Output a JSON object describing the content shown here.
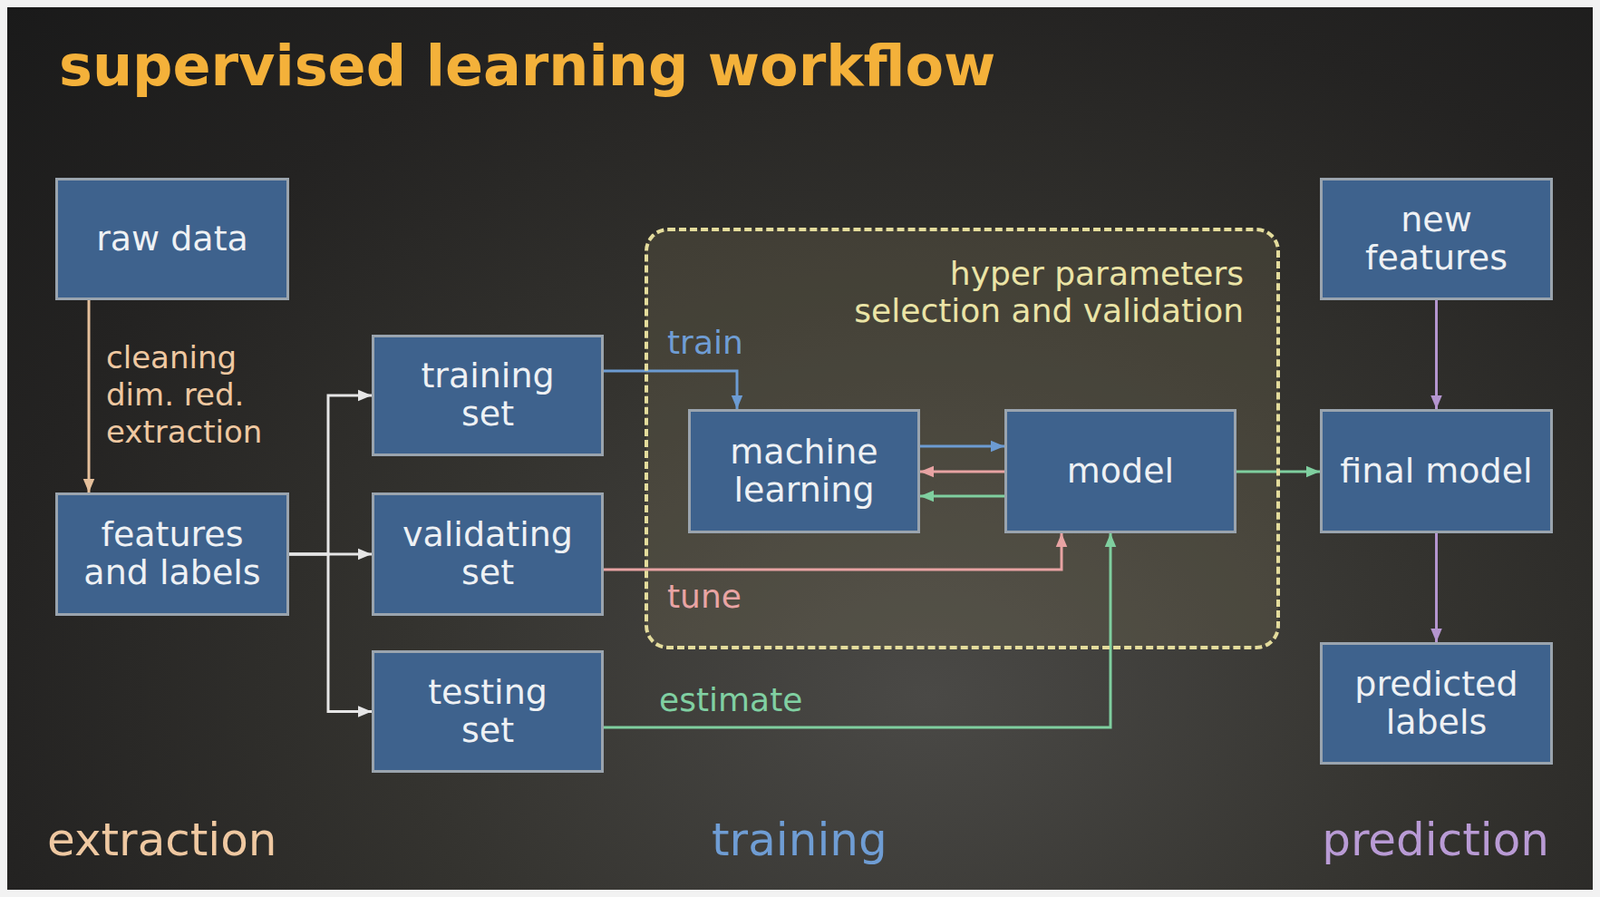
{
  "diagram": {
    "title": "supervised learning workflow",
    "nodes": [
      {
        "text": [
          "raw data"
        ]
      },
      {
        "text": [
          "features and labels"
        ]
      },
      {
        "text": [
          "training set"
        ]
      },
      {
        "text": [
          "validating set"
        ]
      },
      {
        "text": [
          "testing set"
        ]
      },
      {
        "text": [
          "hyper parameters selection and validation"
        ]
      },
      {
        "text": [
          "machine learning"
        ],
        "in": 5
      },
      {
        "text": [
          "model"
        ],
        "in": 5
      },
      {
        "text": [
          "new features"
        ]
      },
      {
        "text": [
          "final model"
        ]
      },
      {
        "text": [
          "predicted labels"
        ]
      }
    ],
    "edges": [
      {
        "from": 0,
        "to": 1,
        "arrow": "to",
        "label": "cleaning dim. red. extraction"
      },
      {
        "from": 1,
        "to": 2,
        "arrow": "to"
      },
      {
        "from": 1,
        "to": 3,
        "arrow": "to"
      },
      {
        "from": 1,
        "to": 4,
        "arrow": "to"
      },
      {
        "from": 2,
        "to": 6,
        "arrow": "to",
        "label": "train"
      },
      {
        "from": 6,
        "to": 7,
        "arrow": "to"
      },
      {
        "from": 7,
        "to": 6,
        "arrow": "to"
      },
      {
        "from": 7,
        "to": 6,
        "arrow": "to"
      },
      {
        "from": 3,
        "to": 7,
        "arrow": "to",
        "label": "tune"
      },
      {
        "from": 4,
        "to": 7,
        "arrow": "to",
        "label": "estimate"
      },
      {
        "from": 7,
        "to": 9,
        "arrow": "to"
      },
      {
        "from": 8,
        "to": 9,
        "arrow": "to"
      },
      {
        "from": 9,
        "to": 10,
        "arrow": "to"
      }
    ],
    "labels": [
      "extraction",
      "training",
      "prediction"
    ]
  }
}
